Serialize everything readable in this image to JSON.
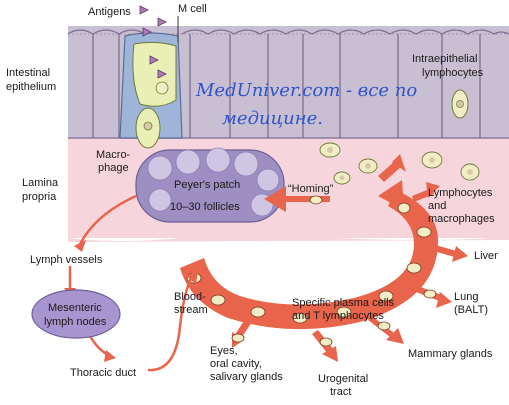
{
  "labels": {
    "antigens": "Antigens",
    "m_cell": "M cell",
    "intestinal_epithelium": [
      "Intestinal",
      "epithelium"
    ],
    "intraepithelial_lymphocytes": [
      "Intraepithelial",
      "lymphocytes"
    ],
    "lamina_propria": [
      "Lamina",
      "propria"
    ],
    "macrophage": [
      "Macro-",
      "phage"
    ],
    "peyers_patch": "Peyer's patch",
    "follicles": "10–30 follicles",
    "homing": "“Homing”",
    "lymphocytes_macrophages": [
      "Lymphocytes",
      "and",
      "macrophages"
    ],
    "lymph_vessels": "Lymph vessels",
    "mesenteric_lymph_nodes": [
      "Mesenteric",
      "lymph nodes"
    ],
    "thoracic_duct": "Thoracic duct",
    "bloodstream": [
      "Blood-",
      "stream"
    ],
    "specific_plasma_cells": [
      "Specific plasma cells",
      "and T lymphocytes"
    ],
    "liver": "Liver",
    "lung": [
      "Lung",
      "(BALT)"
    ],
    "mammary_glands": "Mammary glands",
    "urogenital_tract": [
      "Urogenital",
      "tract"
    ],
    "eyes": [
      "Eyes,",
      "oral cavity,",
      "salivary glands"
    ]
  },
  "watermark": [
    "MedUniver.com - все по",
    "медицине."
  ],
  "colors": {
    "epithelium": "#c9bfd2",
    "lamina": "#f6d6dc",
    "peyers": "#9d8fc2",
    "node": "#a895cf",
    "arrow": "#e8654b",
    "cell": "#f1edc4",
    "m_cell": "#eaf0b5"
  }
}
